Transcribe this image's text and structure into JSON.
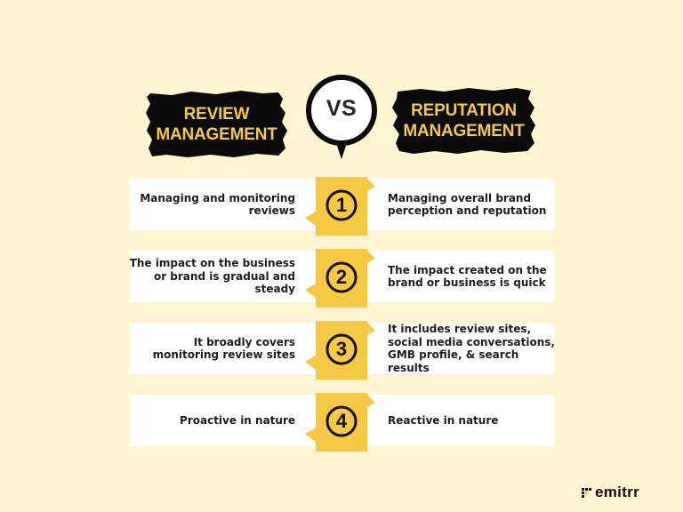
{
  "header": {
    "left_title": "REVIEW\nMANAGEMENT",
    "left_title_line1": "REVIEW",
    "left_title_line2": "MANAGEMENT",
    "vs_label": "VS",
    "right_title_line1": "REPUTATION",
    "right_title_line2": "MANAGEMENT"
  },
  "rows": [
    {
      "number": "1",
      "left": "Managing and monitoring reviews",
      "right": "Managing overall brand perception and reputation"
    },
    {
      "number": "2",
      "left": "The impact on the business or brand is gradual and steady",
      "right": "The impact created on the brand or business is quick"
    },
    {
      "number": "3",
      "left": "It broadly covers monitoring review sites",
      "right": "It includes review sites, social media conversations, GMB profile, & search results"
    },
    {
      "number": "4",
      "left": "Proactive in nature",
      "right": "Reactive in nature"
    }
  ],
  "logo": {
    "text": "emitrr",
    "icon": "dot-grid-icon"
  },
  "colors": {
    "background": "#FFF5D2",
    "accent_yellow": "#F6C945",
    "banner_text": "#F2C94C",
    "banner_fill": "#0B0B0B",
    "card": "#FFFFFF",
    "text": "#1E1E1E"
  }
}
